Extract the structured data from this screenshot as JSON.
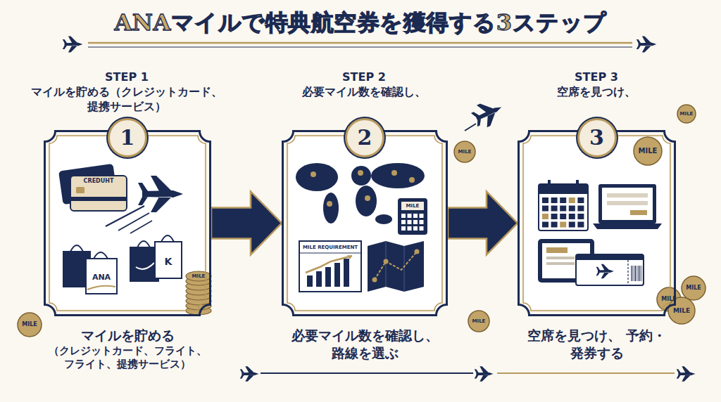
{
  "diagram": {
    "title": "ANAマイルで特典航空券を獲得する3ステップ",
    "nodes": [
      {
        "text": [
          "STEP 1",
          "マイルを貯める（クレジットカード、 提携サービス）",
          "マイルを貯める",
          "（クレジットカード、フライト、 フライト、提携サービス）"
        ]
      },
      {
        "text": [
          "1"
        ],
        "in": 0
      },
      {
        "text": [
          "STEP 2",
          "必要マイル数を確認し、",
          "必要マイル数を確認し、 路線を選ぶ"
        ]
      },
      {
        "text": [
          "2"
        ],
        "in": 2
      },
      {
        "text": [
          "STEP 3",
          "空席を見つけ、",
          "空席を見つけ、 予約・発券する"
        ]
      },
      {
        "text": [
          "3"
        ],
        "in": 4
      }
    ],
    "edges": [
      {
        "from": 0,
        "to": 2,
        "arrow": "to"
      },
      {
        "from": 2,
        "to": 4,
        "arrow": "to"
      }
    ],
    "labels": [
      "CREDUHT",
      "ANA",
      "K",
      "MILE",
      "MILE",
      "MILE REQUIREMENT",
      "MILE",
      "MILE",
      "MILE",
      "MILE",
      "MILE",
      "MILE",
      "MILE",
      "MILE"
    ]
  }
}
